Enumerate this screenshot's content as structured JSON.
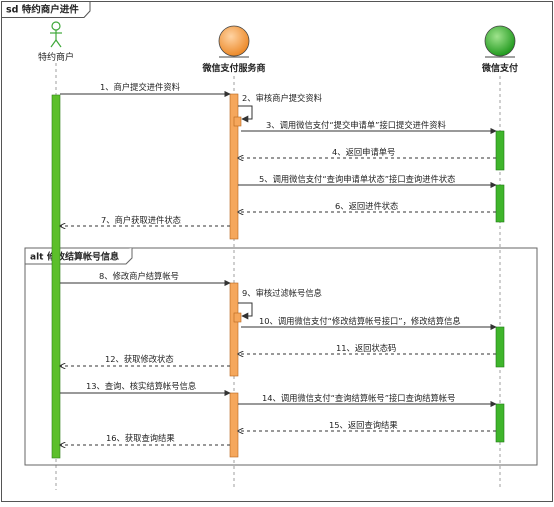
{
  "frame": {
    "title": "sd 特约商户进件"
  },
  "participants": [
    {
      "id": "merchant",
      "label": "特约商户",
      "kind": "actor"
    },
    {
      "id": "provider",
      "label": "微信支付服务商",
      "kind": "entity-orange"
    },
    {
      "id": "wechat",
      "label": "微信支付",
      "kind": "entity-green"
    }
  ],
  "fragment": {
    "keyword": "alt",
    "guard": "修改结算帐号信息"
  },
  "messages": [
    {
      "label": "1、商户提交进件资料",
      "from": "merchant",
      "to": "provider",
      "style": "solid"
    },
    {
      "label": "2、审核商户提交资料",
      "from": "provider",
      "to": "provider",
      "style": "self"
    },
    {
      "label": "3、调用微信支付“提交申请单”接口提交进件资料",
      "from": "provider",
      "to": "wechat",
      "style": "solid"
    },
    {
      "label": "4、返回申请单号",
      "from": "wechat",
      "to": "provider",
      "style": "dashed"
    },
    {
      "label": "5、调用微信支付“查询申请单状态”接口查询进件状态",
      "from": "provider",
      "to": "wechat",
      "style": "solid"
    },
    {
      "label": "6、返回进件状态",
      "from": "wechat",
      "to": "provider",
      "style": "dashed"
    },
    {
      "label": "7、商户获取进件状态",
      "from": "provider",
      "to": "merchant",
      "style": "dashed"
    },
    {
      "label": "8、修改商户结算帐号",
      "from": "merchant",
      "to": "provider",
      "style": "solid"
    },
    {
      "label": "9、审核过滤帐号信息",
      "from": "provider",
      "to": "provider",
      "style": "self"
    },
    {
      "label": "10、调用微信支付“修改结算帐号接口”，修改结算信息",
      "from": "provider",
      "to": "wechat",
      "style": "solid"
    },
    {
      "label": "11、返回状态码",
      "from": "wechat",
      "to": "provider",
      "style": "dashed"
    },
    {
      "label": "12、获取修改状态",
      "from": "provider",
      "to": "merchant",
      "style": "dashed"
    },
    {
      "label": "13、查询、核实结算帐号信息",
      "from": "merchant",
      "to": "provider",
      "style": "solid"
    },
    {
      "label": "14、调用微信支付“查询结算帐号”接口查询结算帐号",
      "from": "provider",
      "to": "wechat",
      "style": "solid"
    },
    {
      "label": "15、返回查询结果",
      "from": "wechat",
      "to": "provider",
      "style": "dashed"
    },
    {
      "label": "16、获取查询结果",
      "from": "provider",
      "to": "merchant",
      "style": "dashed"
    }
  ],
  "colors": {
    "merchant_activation": "#5cbf2a",
    "provider_activation": "#f5a75c",
    "wechat_activation": "#3fb52b",
    "provider_head": "#f29a3f",
    "wechat_head": "#2fae2a",
    "actor": "#3fa83a",
    "line": "#333333",
    "lifeline": "#888888"
  }
}
